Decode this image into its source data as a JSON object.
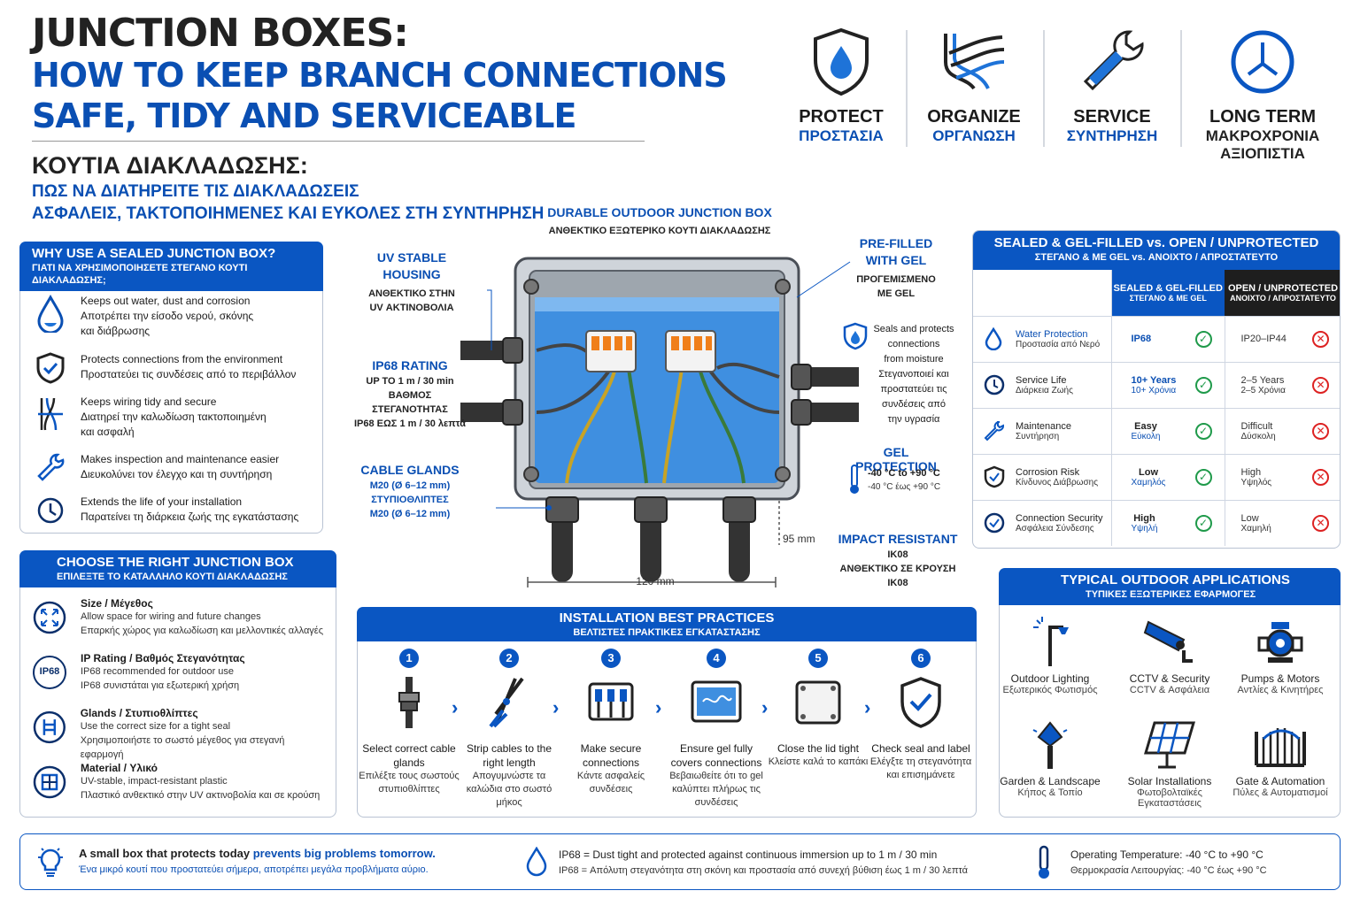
{
  "header": {
    "title": "JUNCTION BOXES:",
    "subtitle_line1": "HOW TO KEEP BRANCH CONNECTIONS",
    "subtitle_line2": "SAFE, TIDY AND SERVICEABLE",
    "gr_title": "ΚΟΥΤΙΑ ΔΙΑΚΛΑΔΩΣΗΣ:",
    "gr_sub1": "ΠΩΣ ΝΑ ΔΙΑΤΗΡΕΙΤΕ ΤΙΣ ΔΙΑΚΛΑΔΩΣΕΙΣ",
    "gr_sub2": "ΑΣΦΑΛΕΙΣ, ΤΑΚΤΟΠΟΙΗΜΕΝΕΣ ΚΑΙ ΕΥΚΟΛΕΣ ΣΤΗ ΣΥΝΤΗΡΗΣΗ"
  },
  "features": [
    {
      "en": "PROTECT",
      "gr": "ΠΡΟΣΤΑΣΙΑ",
      "icon": "shield-drop-icon"
    },
    {
      "en": "ORGANIZE",
      "gr": "ΟΡΓΑΝΩΣΗ",
      "icon": "cables-icon"
    },
    {
      "en": "SERVICE",
      "gr": "ΣΥΝΤΗΡΗΣΗ",
      "icon": "wrench-icon"
    },
    {
      "en": "LONG TERM",
      "gr": "ΜΑΚΡΟΧΡΟΝΙΑ ΑΞΙΟΠΙΣΤΙΑ",
      "icon": "clock-icon"
    }
  ],
  "why": {
    "title": "WHY USE A SEALED JUNCTION BOX?",
    "title_gr": "ΓΙΑΤΙ ΝΑ ΧΡΗΣΙΜΟΠΟΙΗΣΕΤΕ ΣΤΕΓΑΝΟ ΚΟΥΤΙ ΔΙΑΚΛΑΔΩΣΗΣ;",
    "items": [
      {
        "en": "Keeps out water, dust and corrosion",
        "gr": "Αποτρέπει την είσοδο νερού, σκόνης και διάβρωσης"
      },
      {
        "en": "Protects connections from the environment",
        "gr": "Προστατεύει τις συνδέσεις από το περιβάλλον"
      },
      {
        "en": "Keeps wiring tidy and secure",
        "gr": "Διατηρεί την καλωδίωση τακτοποιημένη και ασφαλή"
      },
      {
        "en": "Makes inspection and maintenance easier",
        "gr": "Διευκολύνει τον έλεγχο και τη συντήρηση"
      },
      {
        "en": "Extends the life of your installation",
        "gr": "Παρατείνει τη διάρκεια ζωής της εγκατάστασης"
      }
    ]
  },
  "choose": {
    "title": "CHOOSE THE RIGHT JUNCTION BOX",
    "title_gr": "ΕΠΙΛΕΞΤΕ ΤΟ ΚΑΤΑΛΛΗΛΟ ΚΟΥΤΙ ΔΙΑΚΛΑΔΩΣΗΣ",
    "items": [
      {
        "head": "Size / Μέγεθος",
        "en": "Allow space for wiring and future changes",
        "gr": "Επαρκής χώρος για καλωδίωση και μελλοντικές αλλαγές",
        "icon": "expand-icon"
      },
      {
        "head": "IP Rating / Βαθμός Στεγανότητας",
        "en": "IP68 recommended for outdoor use",
        "gr": "IP68 συνιστάται για εξωτερική χρήση",
        "icon": "ip68-icon",
        "badge": "IP68"
      },
      {
        "head": "Glands / Στυπιοθλίπτες",
        "en": "Use the correct size for a tight seal",
        "gr": "Χρησιμοποιήστε το σωστό μέγεθος για στεγανή εφαρμογή",
        "icon": "gland-icon"
      },
      {
        "head": "Material / Υλικό",
        "en": "UV-stable, impact-resistant plastic",
        "gr": "Πλαστικό ανθεκτικό στην UV ακτινοβολία και σε κρούση",
        "icon": "material-icon"
      }
    ]
  },
  "diagram": {
    "title": "DURABLE OUTDOOR JUNCTION BOX",
    "title_gr": "ΑΝΘΕΚΤΙΚΟ ΕΞΩΤΕΡΙΚΟ ΚΟΥΤΙ ΔΙΑΚΛΑΔΩΣΗΣ",
    "uv": {
      "t1": "UV STABLE",
      "t2": "HOUSING",
      "g1": "ΑΝΘΕΚΤΙΚΟ ΣΤΗΝ",
      "g2": "UV ΑΚΤΙΝΟΒΟΛΙΑ"
    },
    "ip": {
      "t": "IP68 RATING",
      "s1": "UP TO 1 m / 30 min",
      "g1": "ΒΑΘΜΟΣ ΣΤΕΓΑΝΟΤΗΤΑΣ",
      "g2": "IP68 ΕΩΣ 1 m / 30 λεπτά"
    },
    "glands": {
      "t": "CABLE GLANDS",
      "s1": "M20 (Ø 6–12 mm)",
      "g1": "ΣΤΥΠΙΟΘΛΙΠΤΕΣ",
      "s2": "M20 (Ø 6–12 mm)"
    },
    "gel": {
      "t1": "PRE-FILLED",
      "t2": "WITH GEL",
      "g1": "ΠΡΟΓΕΜΙΣΜΕΝΟ",
      "g2": "ΜΕ GEL"
    },
    "seal": {
      "l1": "Seals and protects",
      "l2": "connections",
      "l3": "from moisture",
      "g1": "Στεγανοποιεί και",
      "g2": "προστατεύει τις",
      "g3": "συνδέσεις από",
      "g4": "την υγρασία"
    },
    "gelprot": {
      "t": "GEL PROTECTION",
      "s": "-40 °C to +90 °C",
      "g": "-40 °C έως +90 °C"
    },
    "impact": {
      "t": "IMPACT RESISTANT",
      "s": "IK08",
      "g": "ΑΝΘΕΚΤΙΚΟ ΣΕ ΚΡΟΥΣΗ",
      "g2": "IK08"
    },
    "dim_w": "120 mm",
    "dim_h": "95 mm"
  },
  "comparison": {
    "title": "SEALED & GEL-FILLED vs. OPEN / UNPROTECTED",
    "title_gr": "ΣΤΕΓΑΝΟ & ΜΕ GEL   vs. ΑΝΟΙΧΤΟ / ΑΠΡΟΣΤΑΤΕΥΤΟ",
    "col1": "SEALED & GEL-FILLED",
    "col1_gr": "ΣΤΕΓΑΝΟ & ΜΕ GEL",
    "col2": "OPEN / UNPROTECTED",
    "col2_gr": "ΑΝΟΙΧΤΟ / ΑΠΡΟΣΤΑΤΕΥΤΟ",
    "rows": [
      {
        "en": "Water Protection",
        "gr": "Προστασία από Νερό",
        "a": "IP68",
        "a2": "",
        "b": "IP20–IP44",
        "b2": "",
        "icon": "drop-icon"
      },
      {
        "en": "Service Life",
        "gr": "Διάρκεια Ζωής",
        "a": "10+ Years",
        "a2": "10+ Χρόνια",
        "b": "2–5 Years",
        "b2": "2–5 Χρόνια",
        "icon": "clock-icon"
      },
      {
        "en": "Maintenance",
        "gr": "Συντήρηση",
        "a": "Easy",
        "a2": "Εύκολη",
        "b": "Difficult",
        "b2": "Δύσκολη",
        "icon": "wrench-icon"
      },
      {
        "en": "Corrosion Risk",
        "gr": "Κίνδυνος Διάβρωσης",
        "a": "Low",
        "a2": "Χαμηλός",
        "b": "High",
        "b2": "Υψηλός",
        "icon": "shield-icon"
      },
      {
        "en": "Connection Security",
        "gr": "Ασφάλεια Σύνδεσης",
        "a": "High",
        "a2": "Υψηλή",
        "b": "Low",
        "b2": "Χαμηλή",
        "icon": "check-circle-icon"
      }
    ]
  },
  "apps": {
    "title": "TYPICAL OUTDOOR APPLICATIONS",
    "title_gr": "ΤΥΠΙΚΕΣ ΕΞΩΤΕΡΙΚΕΣ ΕΦΑΡΜΟΓΕΣ",
    "items": [
      {
        "en": "Outdoor Lighting",
        "gr": "Εξωτερικός Φωτισμός",
        "icon": "lamp-icon"
      },
      {
        "en": "CCTV & Security",
        "gr": "CCTV & Ασφάλεια",
        "icon": "camera-icon"
      },
      {
        "en": "Pumps & Motors",
        "gr": "Αντλίες & Κινητήρες",
        "icon": "pump-icon"
      },
      {
        "en": "Garden & Landscape",
        "gr": "Κήπος & Τοπίο",
        "icon": "garden-light-icon"
      },
      {
        "en": "Solar Installations",
        "gr": "Φωτοβολταϊκές Εγκαταστάσεις",
        "icon": "solar-panel-icon"
      },
      {
        "en": "Gate & Automation",
        "gr": "Πύλες & Αυτοματισμοί",
        "icon": "gate-icon"
      }
    ]
  },
  "install": {
    "title": "INSTALLATION BEST PRACTICES",
    "title_gr": "ΒΕΛΤΙΣΤΕΣ ΠΡΑΚΤΙΚΕΣ ΕΓΚΑΤΑΣΤΑΣΗΣ",
    "steps": [
      {
        "n": "1",
        "en": "Select correct cable glands",
        "gr": "Επιλέξτε τους σωστούς στυπιοθλίπτες"
      },
      {
        "n": "2",
        "en": "Strip cables to the right length",
        "gr": "Απογυμνώστε τα καλώδια στο σωστό μήκος"
      },
      {
        "n": "3",
        "en": "Make secure connections",
        "gr": "Κάντε ασφαλείς συνδέσεις"
      },
      {
        "n": "4",
        "en": "Ensure gel fully covers connections",
        "gr": "Βεβαιωθείτε ότι το gel καλύπτει πλήρως τις συνδέσεις"
      },
      {
        "n": "5",
        "en": "Close the lid tight",
        "gr": "Κλείστε καλά το καπάκι"
      },
      {
        "n": "6",
        "en": "Check seal and label",
        "gr": "Ελέγξτε τη στεγανότητα και επισημάνετε"
      }
    ]
  },
  "footer": {
    "tip_a": "A small box that protects today ",
    "tip_b": "prevents big problems tomorrow.",
    "tip_gr": "Ένα μικρό κουτί που προστατεύει σήμερα, αποτρέπει μεγάλα προβλήματα αύριο.",
    "ip_en": "IP68 = Dust tight and protected against continuous immersion up to 1 m / 30 min",
    "ip_gr": "IP68 = Απόλυτη στεγανότητα στη σκόνη και προστασία από συνεχή βύθιση έως 1 m / 30 λεπτά",
    "temp_en": "Operating Temperature: -40 °C to +90 °C",
    "temp_gr": "Θερμοκρασία Λειτουργίας: -40 °C έως +90 °C"
  },
  "colors": {
    "accent": "#0a56c2",
    "dark": "#222222",
    "green": "#1f9a4a",
    "red": "#dd2222",
    "gel": "#3f8fe0"
  }
}
